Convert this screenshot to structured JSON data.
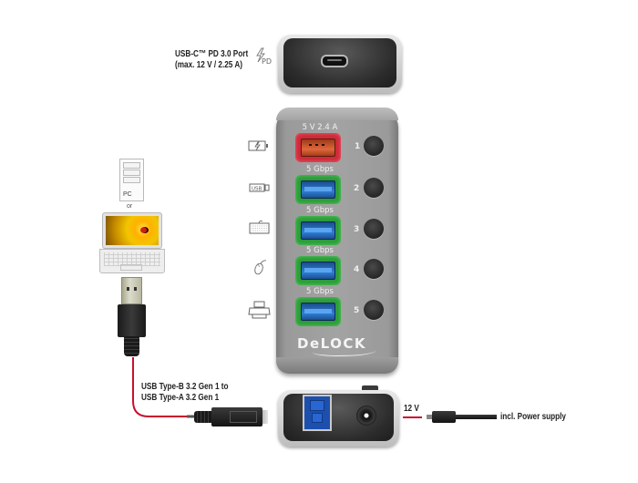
{
  "top_device": {
    "label_line1": "USB-C™ PD 3.0 Port",
    "label_line2": "(max. 12 V / 2.25 A)",
    "pd_icon": "lightning-pd-icon",
    "pd_text": "PD"
  },
  "hub": {
    "brand": "DeLOCK",
    "ports": [
      {
        "number": "1",
        "speed": "5 V 2.4 A",
        "type": "charge",
        "color": "#cf2a3a",
        "device_icon": "battery-charging-icon"
      },
      {
        "number": "2",
        "speed": "5 Gbps",
        "type": "data",
        "color": "#2e9c3a",
        "device_icon": "usb-stick-icon"
      },
      {
        "number": "3",
        "speed": "5 Gbps",
        "type": "data",
        "color": "#2e9c3a",
        "device_icon": "keyboard-icon"
      },
      {
        "number": "4",
        "speed": "5 Gbps",
        "type": "data",
        "color": "#2e9c3a",
        "device_icon": "mouse-icon"
      },
      {
        "number": "5",
        "speed": "5 Gbps",
        "type": "data",
        "color": "#2e9c3a",
        "device_icon": "printer-icon"
      }
    ]
  },
  "host": {
    "pc_label": "PC",
    "or_label": "or",
    "usb_icon_text": "USB"
  },
  "cable": {
    "label_line1": "USB Type-B 3.2 Gen 1 to",
    "label_line2": "USB Type-A 3.2 Gen 1",
    "color": "#c8102e"
  },
  "power": {
    "voltage": "12 V",
    "supply_label": "incl. Power supply"
  }
}
